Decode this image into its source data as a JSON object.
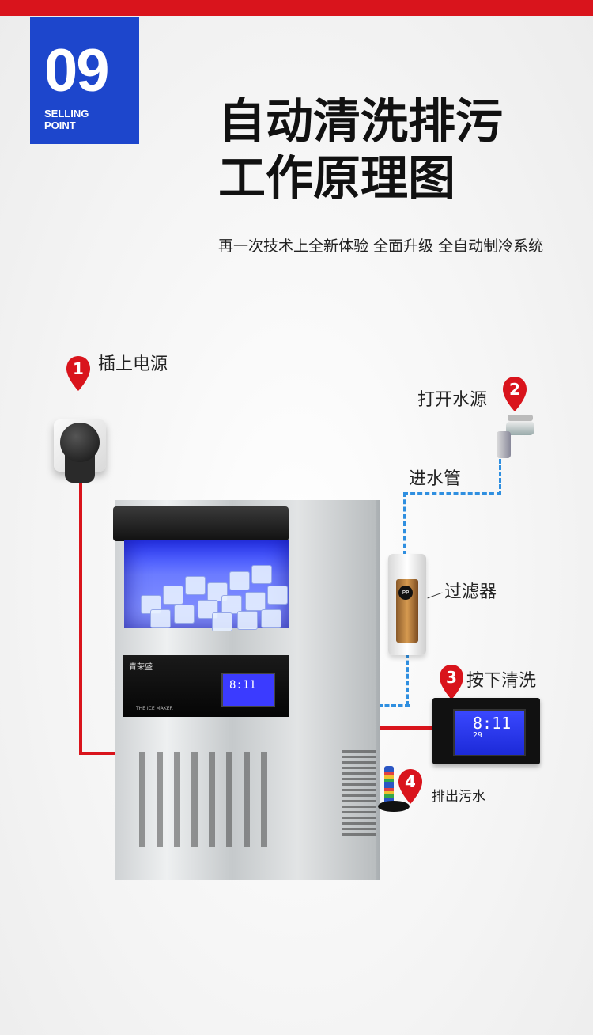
{
  "header": {
    "number": "09",
    "badge_text": "SELLING POINT",
    "title_line1": "自动清洗排污",
    "title_line2": "工作原理图",
    "subtitle": "再一次技术上全新体验 全面升级 全自动制冷系统"
  },
  "steps": [
    {
      "num": "1",
      "label": "插上电源"
    },
    {
      "num": "2",
      "label": "打开水源"
    },
    {
      "num": "3",
      "label": "按下清洗"
    },
    {
      "num": "4",
      "label": "排出污水"
    }
  ],
  "parts": {
    "inlet_pipe": "进水管",
    "filter": "过滤器",
    "filter_tag": "PP"
  },
  "machine": {
    "brand": "青荣盛",
    "model_text": "THE ICE MAKER",
    "display": "8:11"
  },
  "control_panel": {
    "display": "8:11",
    "temp": "29"
  },
  "colors": {
    "accent_red": "#d9141c",
    "badge_blue": "#1d46cc",
    "pipe_blue": "#2f8fe0"
  }
}
